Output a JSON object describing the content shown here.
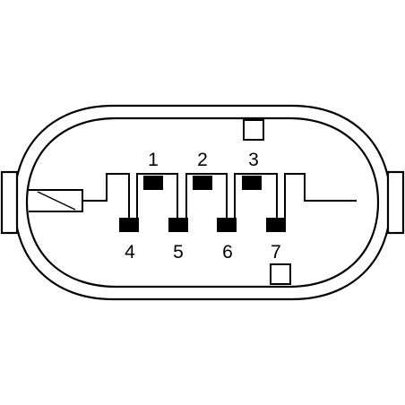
{
  "connector": {
    "pins_top": [
      {
        "number": "1"
      },
      {
        "number": "2"
      },
      {
        "number": "3"
      }
    ],
    "pins_bottom": [
      {
        "number": "4"
      },
      {
        "number": "5"
      },
      {
        "number": "6"
      },
      {
        "number": "7"
      }
    ]
  },
  "colors": {
    "line": "#000000",
    "background": "#ffffff"
  }
}
